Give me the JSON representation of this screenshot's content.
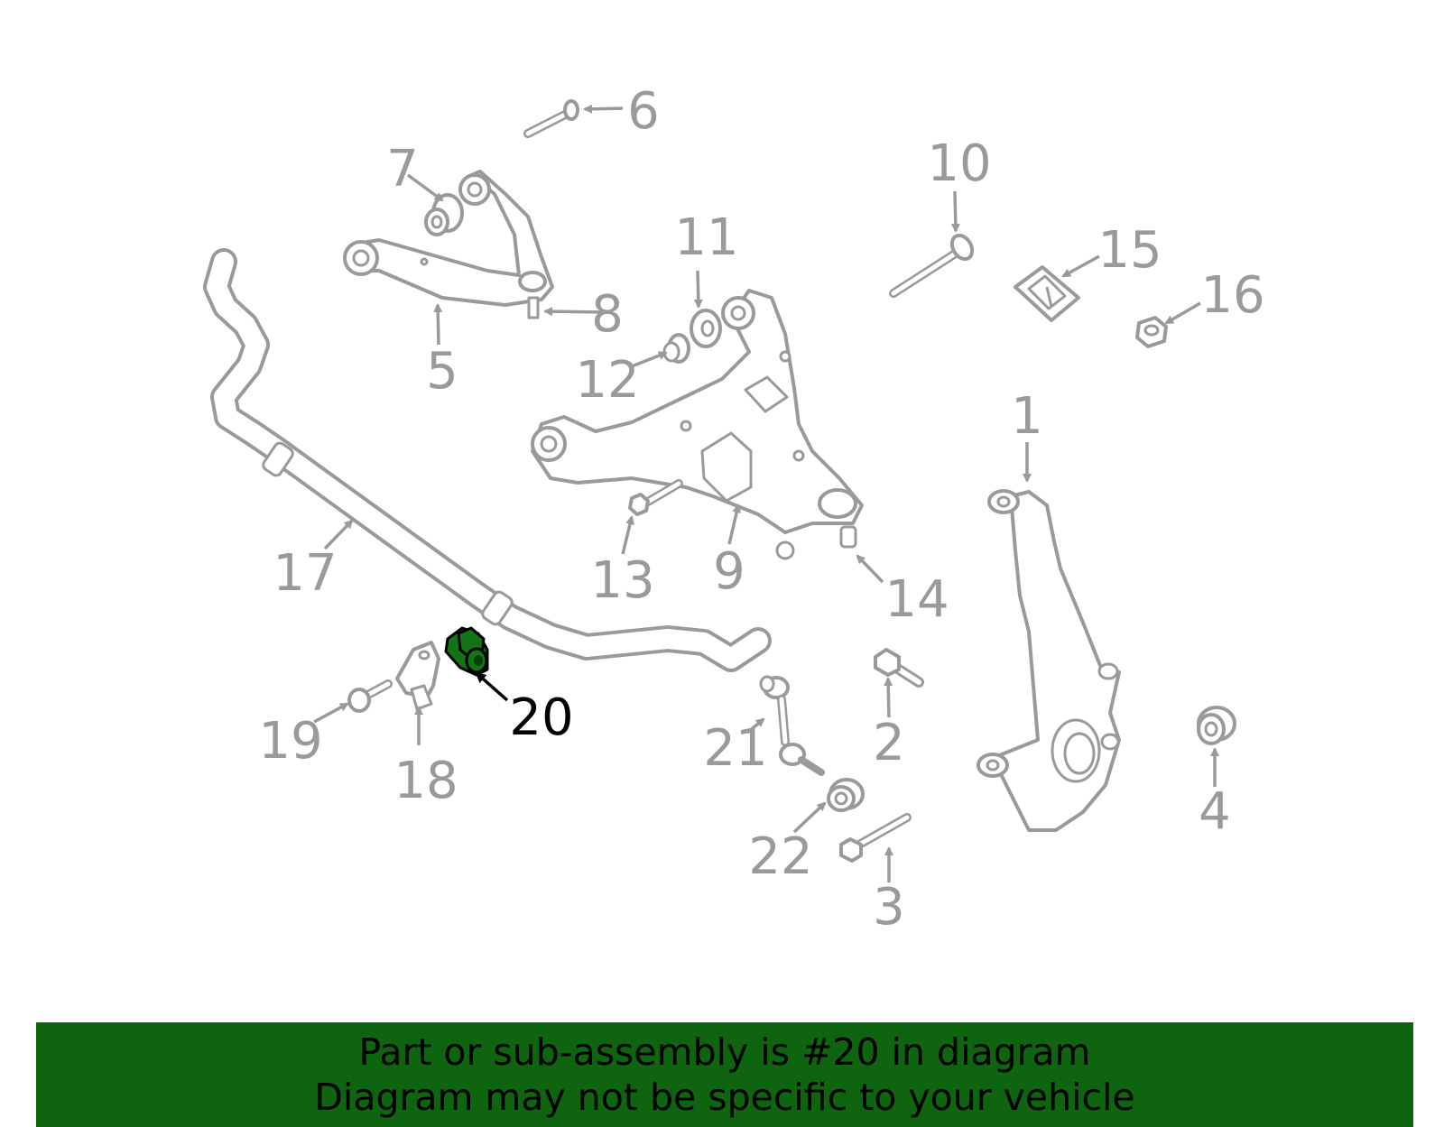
{
  "diagram": {
    "highlighted_part": "20",
    "callouts": [
      "1",
      "2",
      "3",
      "4",
      "5",
      "6",
      "7",
      "8",
      "9",
      "10",
      "11",
      "12",
      "13",
      "14",
      "15",
      "16",
      "17",
      "18",
      "19",
      "20",
      "21",
      "22"
    ],
    "colors": {
      "line": "#9a9a9a",
      "highlight_fill": "#137317",
      "highlight_label": "#000000",
      "banner": "#0f640f"
    }
  },
  "footer": {
    "line1": "Part or sub-assembly is #20 in diagram",
    "line2": "Diagram may not be specific to your vehicle"
  }
}
